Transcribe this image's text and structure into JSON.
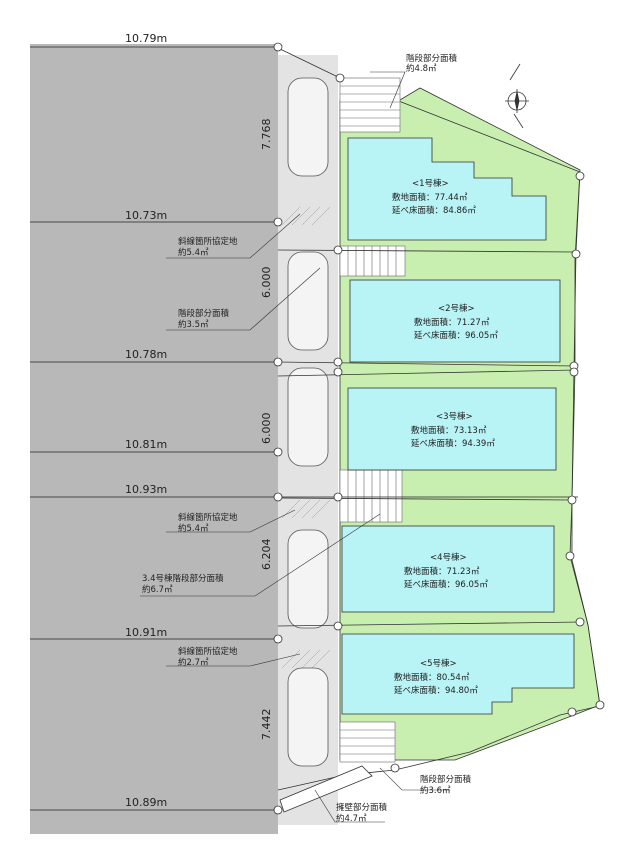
{
  "widths": [
    "10.79m",
    "10.73m",
    "10.78m",
    "10.81m",
    "10.93m",
    "10.91m",
    "10.89m"
  ],
  "depths": [
    "7.768",
    "6.000",
    "6.000",
    "6.204",
    "7.442"
  ],
  "lots": [
    {
      "name": "<1号棟>",
      "site": "敷地面積：77.44㎡",
      "floor": "延べ床面積：84.86㎡"
    },
    {
      "name": "<2号棟>",
      "site": "敷地面積：71.27㎡",
      "floor": "延べ床面積：96.05㎡"
    },
    {
      "name": "<3号棟>",
      "site": "敷地面積：73.13㎡",
      "floor": "延べ床面積：94.39㎡"
    },
    {
      "name": "<4号棟>",
      "site": "敷地面積：71.23㎡",
      "floor": "延べ床面積：96.05㎡"
    },
    {
      "name": "<5号棟>",
      "site": "敷地面積：80.54㎡",
      "floor": "延べ床面積：94.80㎡"
    }
  ],
  "notes": [
    {
      "l1": "階段部分面積",
      "l2": "約4.8㎡"
    },
    {
      "l1": "斜線箇所協定地",
      "l2": "約5.4㎡"
    },
    {
      "l1": "階段部分面積",
      "l2": "約3.5㎡"
    },
    {
      "l1": "斜線箇所協定地",
      "l2": "約5.4㎡"
    },
    {
      "l1": "3.4号棟階段部分面積",
      "l2": "約6.7㎡"
    },
    {
      "l1": "斜線箇所協定地",
      "l2": "約2.7㎡"
    },
    {
      "l1": "階段部分面積",
      "l2": "約3.6㎡"
    },
    {
      "l1": "擁壁部分面積",
      "l2": "約4.7㎡"
    }
  ],
  "colors": {
    "road": "#b8b8b8",
    "green": "#c9efb0",
    "house": "#b8f3f6",
    "parking": "#e3e3e3",
    "line": "#333333"
  }
}
